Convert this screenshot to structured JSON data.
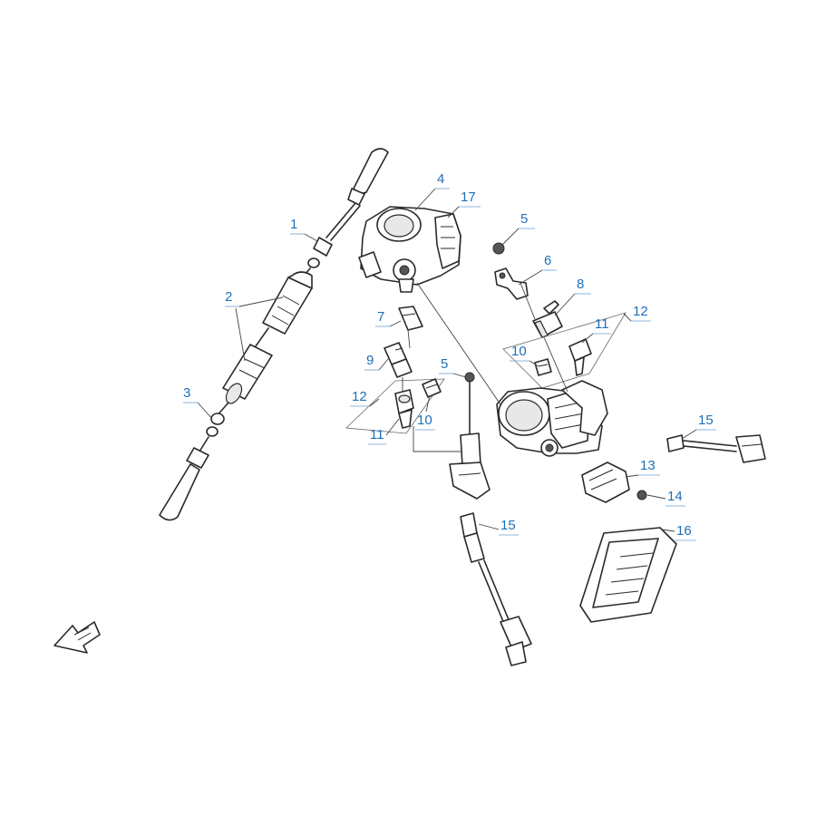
{
  "diagram": {
    "callouts": [
      "1",
      "2",
      "3",
      "4",
      "17",
      "5",
      "6",
      "8",
      "12",
      "11",
      "7",
      "9",
      "10",
      "5",
      "12",
      "11",
      "10",
      "15",
      "13",
      "14",
      "15",
      "16"
    ]
  },
  "colors": {
    "callout": "#1e6fb8",
    "line": "#2a2a2a",
    "background": "#ffffff"
  },
  "icons": {
    "front_arrow": "fwd-arrow-icon"
  }
}
